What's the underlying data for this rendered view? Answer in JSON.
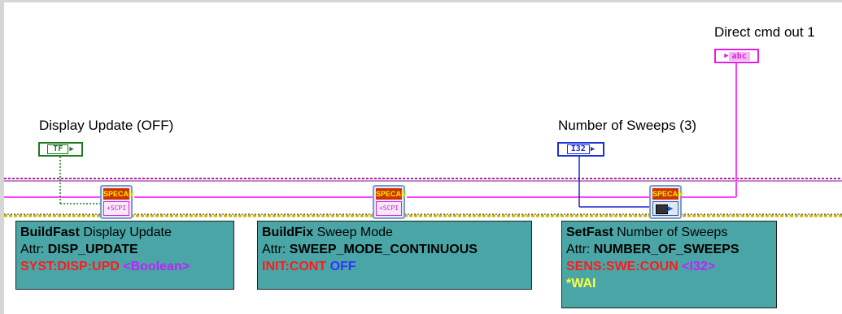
{
  "controls": {
    "display_update_label": "Display Update (OFF)",
    "bool_type": "TF",
    "sweeps_label": "Number of Sweeps (3)",
    "i32_type": "I32"
  },
  "indicators": {
    "direct_cmd_label": "Direct cmd out 1",
    "str_type": "abc"
  },
  "vis": [
    {
      "banner": "SPECAN",
      "glyph": "+SCPI"
    },
    {
      "banner": "SPECAN",
      "glyph": "+SCPI"
    },
    {
      "banner": "SPECAN"
    }
  ],
  "notes": [
    {
      "op": "BuildFast",
      "title": "Display Update",
      "attr_prefix": "Attr:",
      "attr": "DISP_UPDATE",
      "cmd": "SYST:DISP:UPD",
      "type": "<Boolean>"
    },
    {
      "op": "BuildFix",
      "title": "Sweep Mode",
      "attr_prefix": "Attr:",
      "attr": "SWEEP_MODE_CONTINUOUS",
      "cmd": "INIT:CONT",
      "value": "OFF"
    },
    {
      "op": "SetFast",
      "title": "Number of Sweeps",
      "attr_prefix": "Attr:",
      "attr": "NUMBER_OF_SWEEPS",
      "cmd": "SENS:SWE:COUN",
      "type": "<I32>",
      "extra": "*WAI"
    }
  ],
  "colors": {
    "note_bg": "#4aa6a6",
    "scpi_command": "#ff1a1a",
    "type_tag": "#c020ff",
    "value_tag": "#3333ff",
    "wait_command": "#ffff3a",
    "string_wire": "#ff40ff",
    "boolean_wire": "#1d7a1d",
    "i32_wire": "#2020d0",
    "specan_banner": "#cc3300"
  }
}
